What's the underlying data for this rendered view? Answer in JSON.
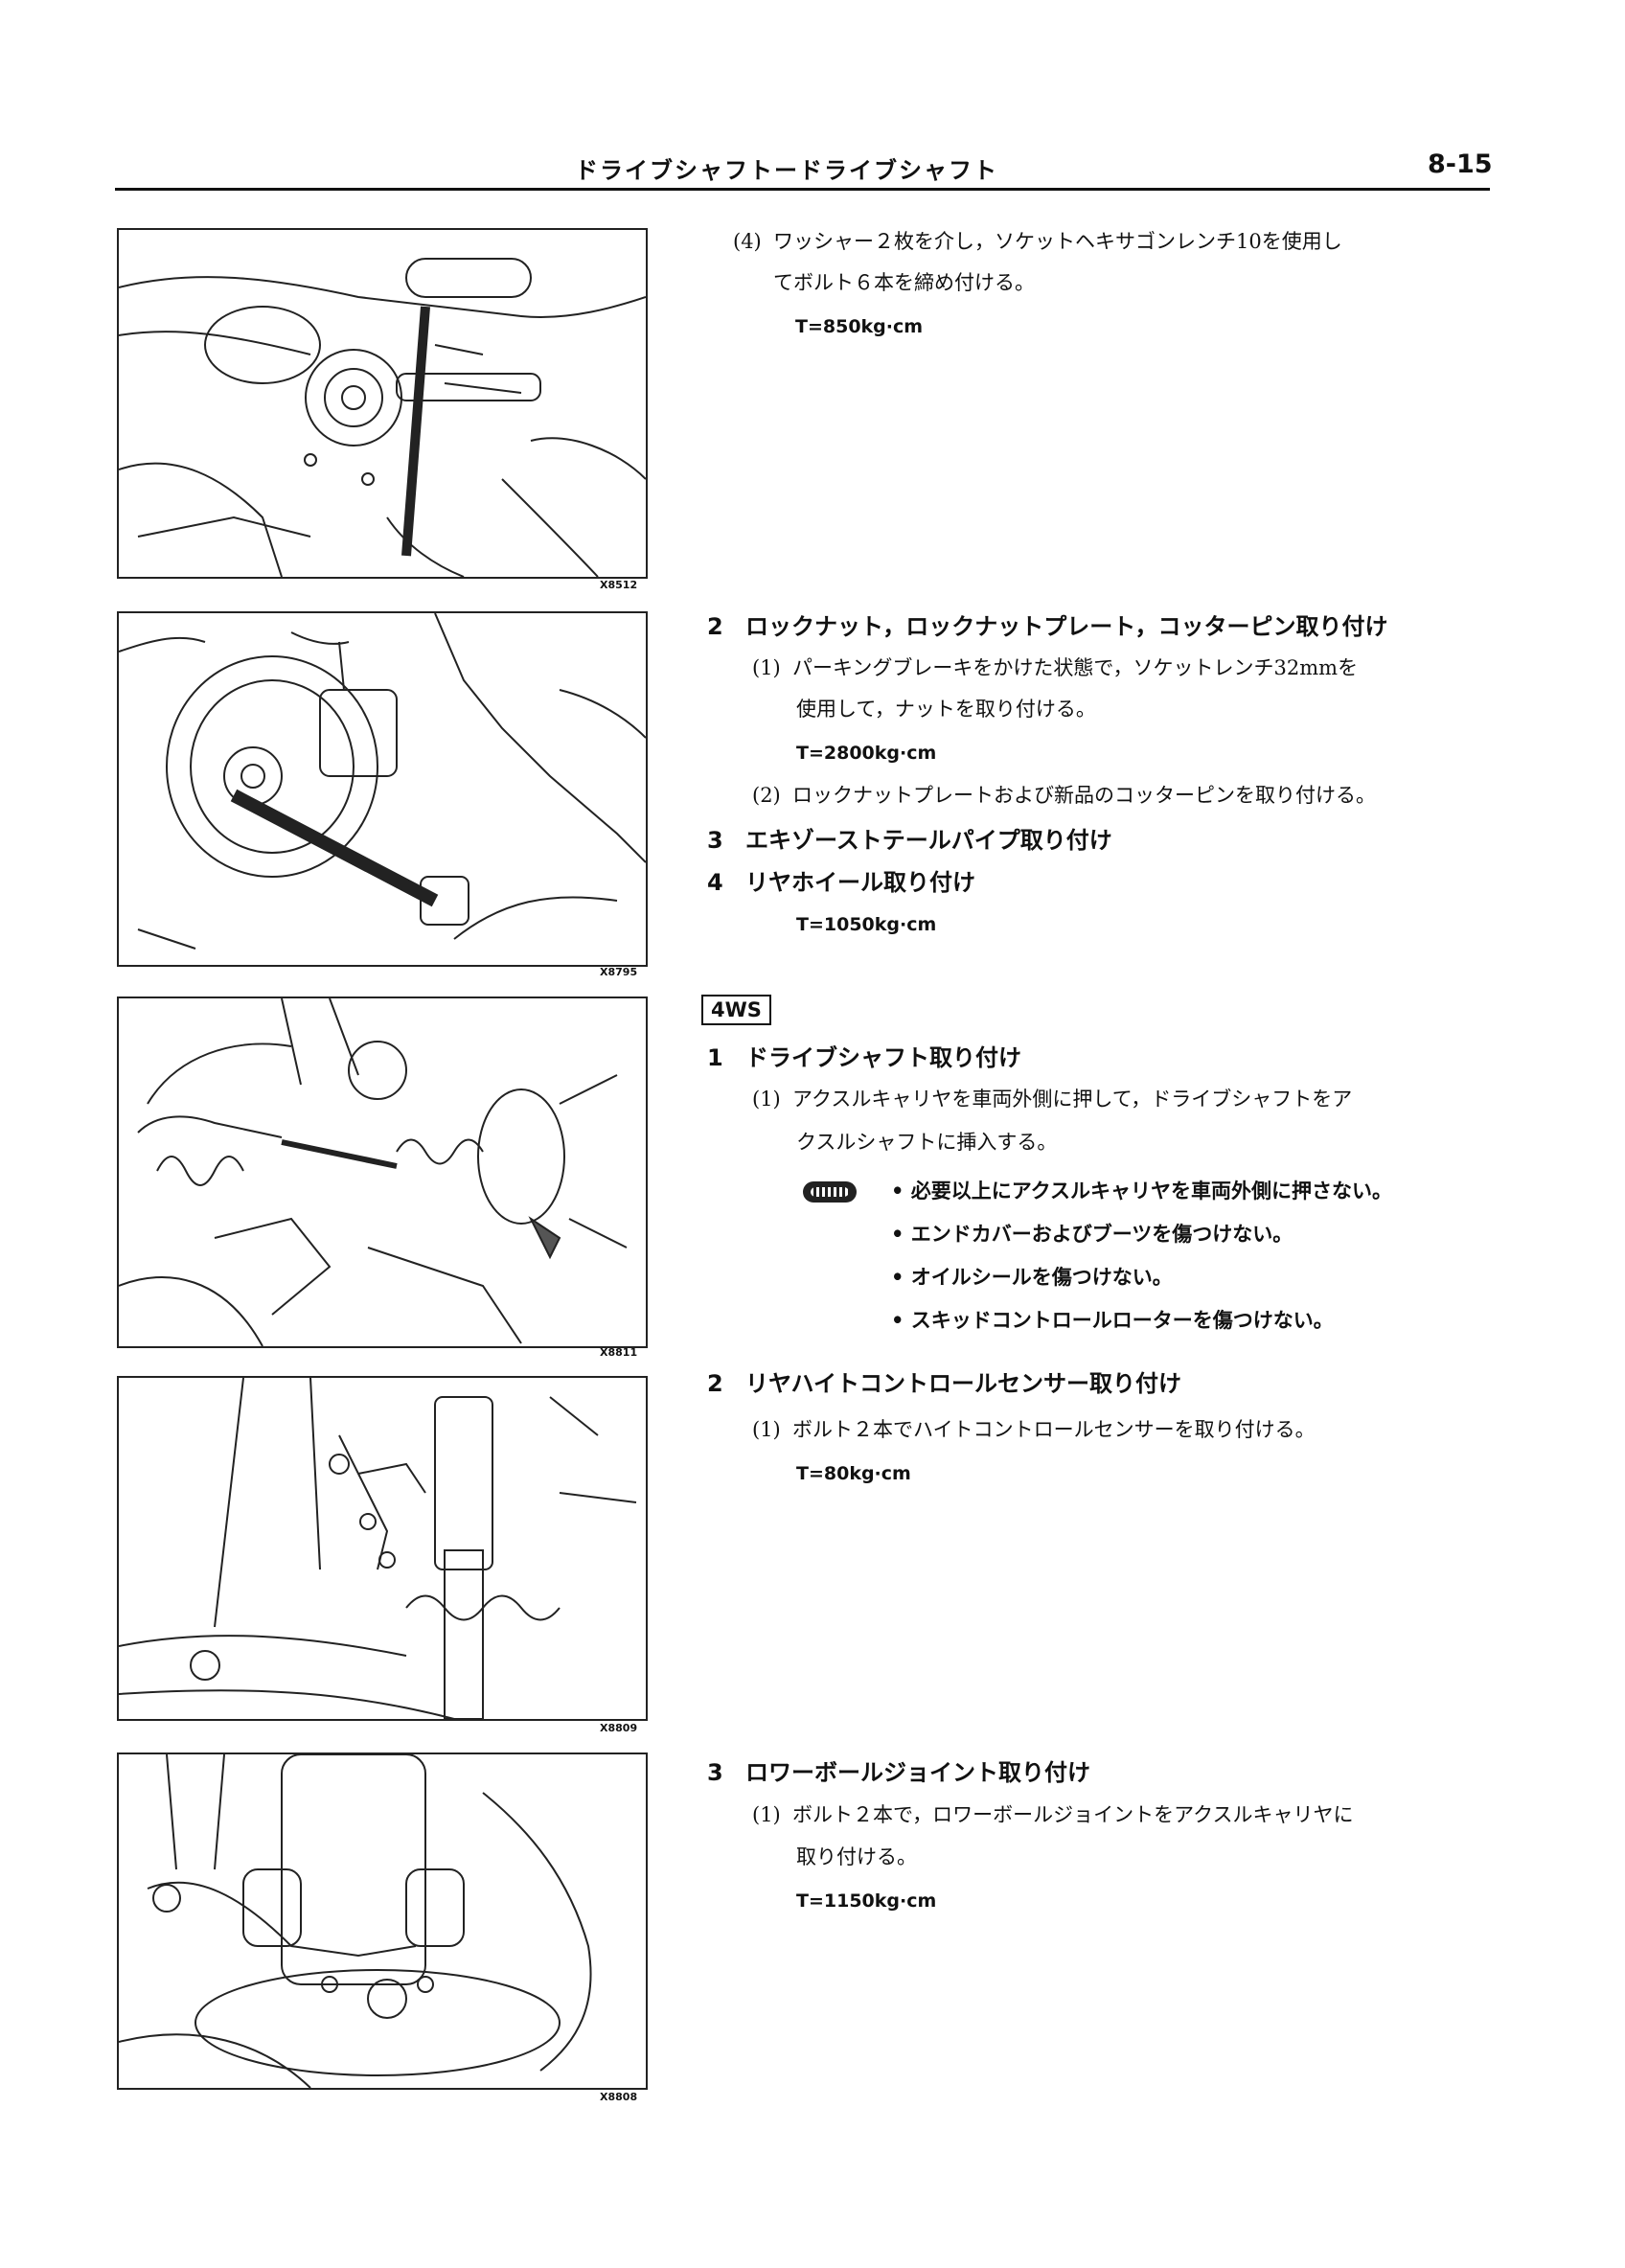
{
  "header": {
    "title": "ドライブシャフトードライブシャフト",
    "page_number": "8-15"
  },
  "figures": [
    {
      "code": "X8512",
      "icon": "drive-shaft-bolt-wrench-illustration"
    },
    {
      "code": "X8795",
      "icon": "rear-hub-locknut-wrench-illustration"
    },
    {
      "code": "X8811",
      "icon": "drive-shaft-axle-carrier-illustration"
    },
    {
      "code": "X8809",
      "icon": "height-control-sensor-illustration"
    },
    {
      "code": "X8808",
      "icon": "lower-ball-joint-illustration"
    }
  ],
  "section1": {
    "sub4_num": "(4)",
    "sub4_line1": "ワッシャー２枚を介し，ソケットヘキサゴンレンチ10を使用し",
    "sub4_line2": "てボルト６本を締め付ける。",
    "torque1": "T=850kg·cm",
    "step2_num": "2",
    "step2_title": "ロックナット，ロックナットプレート，コッターピン取り付け",
    "step2_sub1_num": "(1)",
    "step2_sub1_line1": "パーキングブレーキをかけた状態で，ソケットレンチ32mmを",
    "step2_sub1_line2": "使用して，ナットを取り付ける。",
    "torque2": "T=2800kg·cm",
    "step2_sub2_num": "(2)",
    "step2_sub2_line1": "ロックナットプレートおよび新品のコッターピンを取り付ける。",
    "step3_num": "3",
    "step3_title": "エキゾーストテールパイプ取り付け",
    "step4_num": "4",
    "step4_title": "リヤホイール取り付け",
    "torque4": "T=1050kg·cm"
  },
  "section2": {
    "tag": "4WS",
    "step1_num": "1",
    "step1_title": "ドライブシャフト取り付け",
    "step1_sub1_num": "(1)",
    "step1_sub1_line1": "アクスルキャリヤを車両外側に押して，ドライブシャフトをア",
    "step1_sub1_line2": "クスルシャフトに挿入する。",
    "caution_icon": "caution-badge-icon",
    "cautions": [
      "• 必要以上にアクスルキャリヤを車両外側に押さない。",
      "• エンドカバーおよびブーツを傷つけない。",
      "• オイルシールを傷つけない。",
      "• スキッドコントロールローターを傷つけない。"
    ],
    "step2_num": "2",
    "step2_title": "リヤハイトコントロールセンサー取り付け",
    "step2_sub1_num": "(1)",
    "step2_sub1_line1": "ボルト２本でハイトコントロールセンサーを取り付ける。",
    "torque_s2": "T=80kg·cm",
    "step3_num": "3",
    "step3_title": "ロワーボールジョイント取り付け",
    "step3_sub1_num": "(1)",
    "step3_sub1_line1": "ボルト２本で，ロワーボールジョイントをアクスルキャリヤに",
    "step3_sub1_line2": "取り付ける。",
    "torque_s3": "T=1150kg·cm"
  }
}
